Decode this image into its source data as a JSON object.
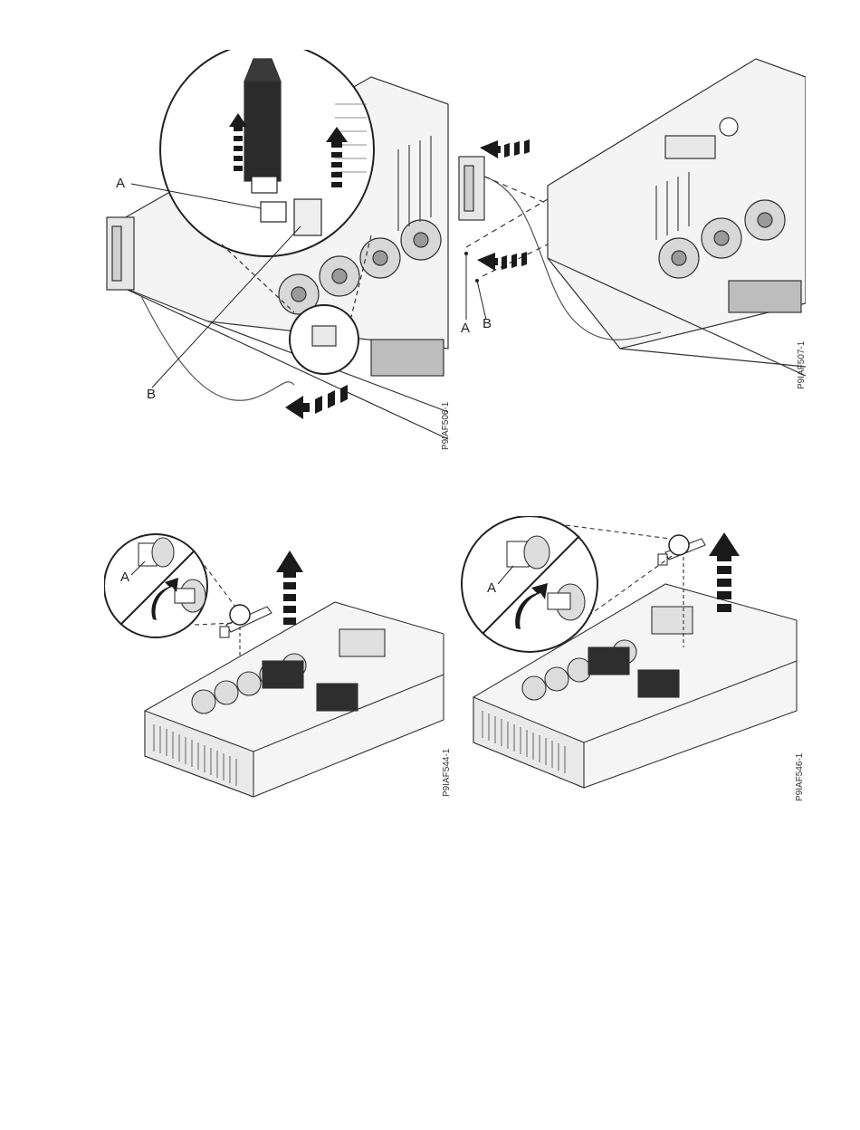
{
  "figures": [
    {
      "figure_id": "P9IAF506-1",
      "callouts": {
        "a": "A",
        "b": "B"
      }
    },
    {
      "figure_id": "P9IAF507-1",
      "callouts": {
        "a": "A",
        "b": "B"
      }
    },
    {
      "figure_id": "P9IAF544-1",
      "callouts": {
        "a": "A"
      }
    },
    {
      "figure_id": "P9IAF546-1",
      "callouts": {
        "a": "A"
      }
    }
  ],
  "icons": [
    "lift-arrow-icon",
    "push-arrow-icon",
    "rotate-arrow-icon",
    "magnifier-circle"
  ]
}
